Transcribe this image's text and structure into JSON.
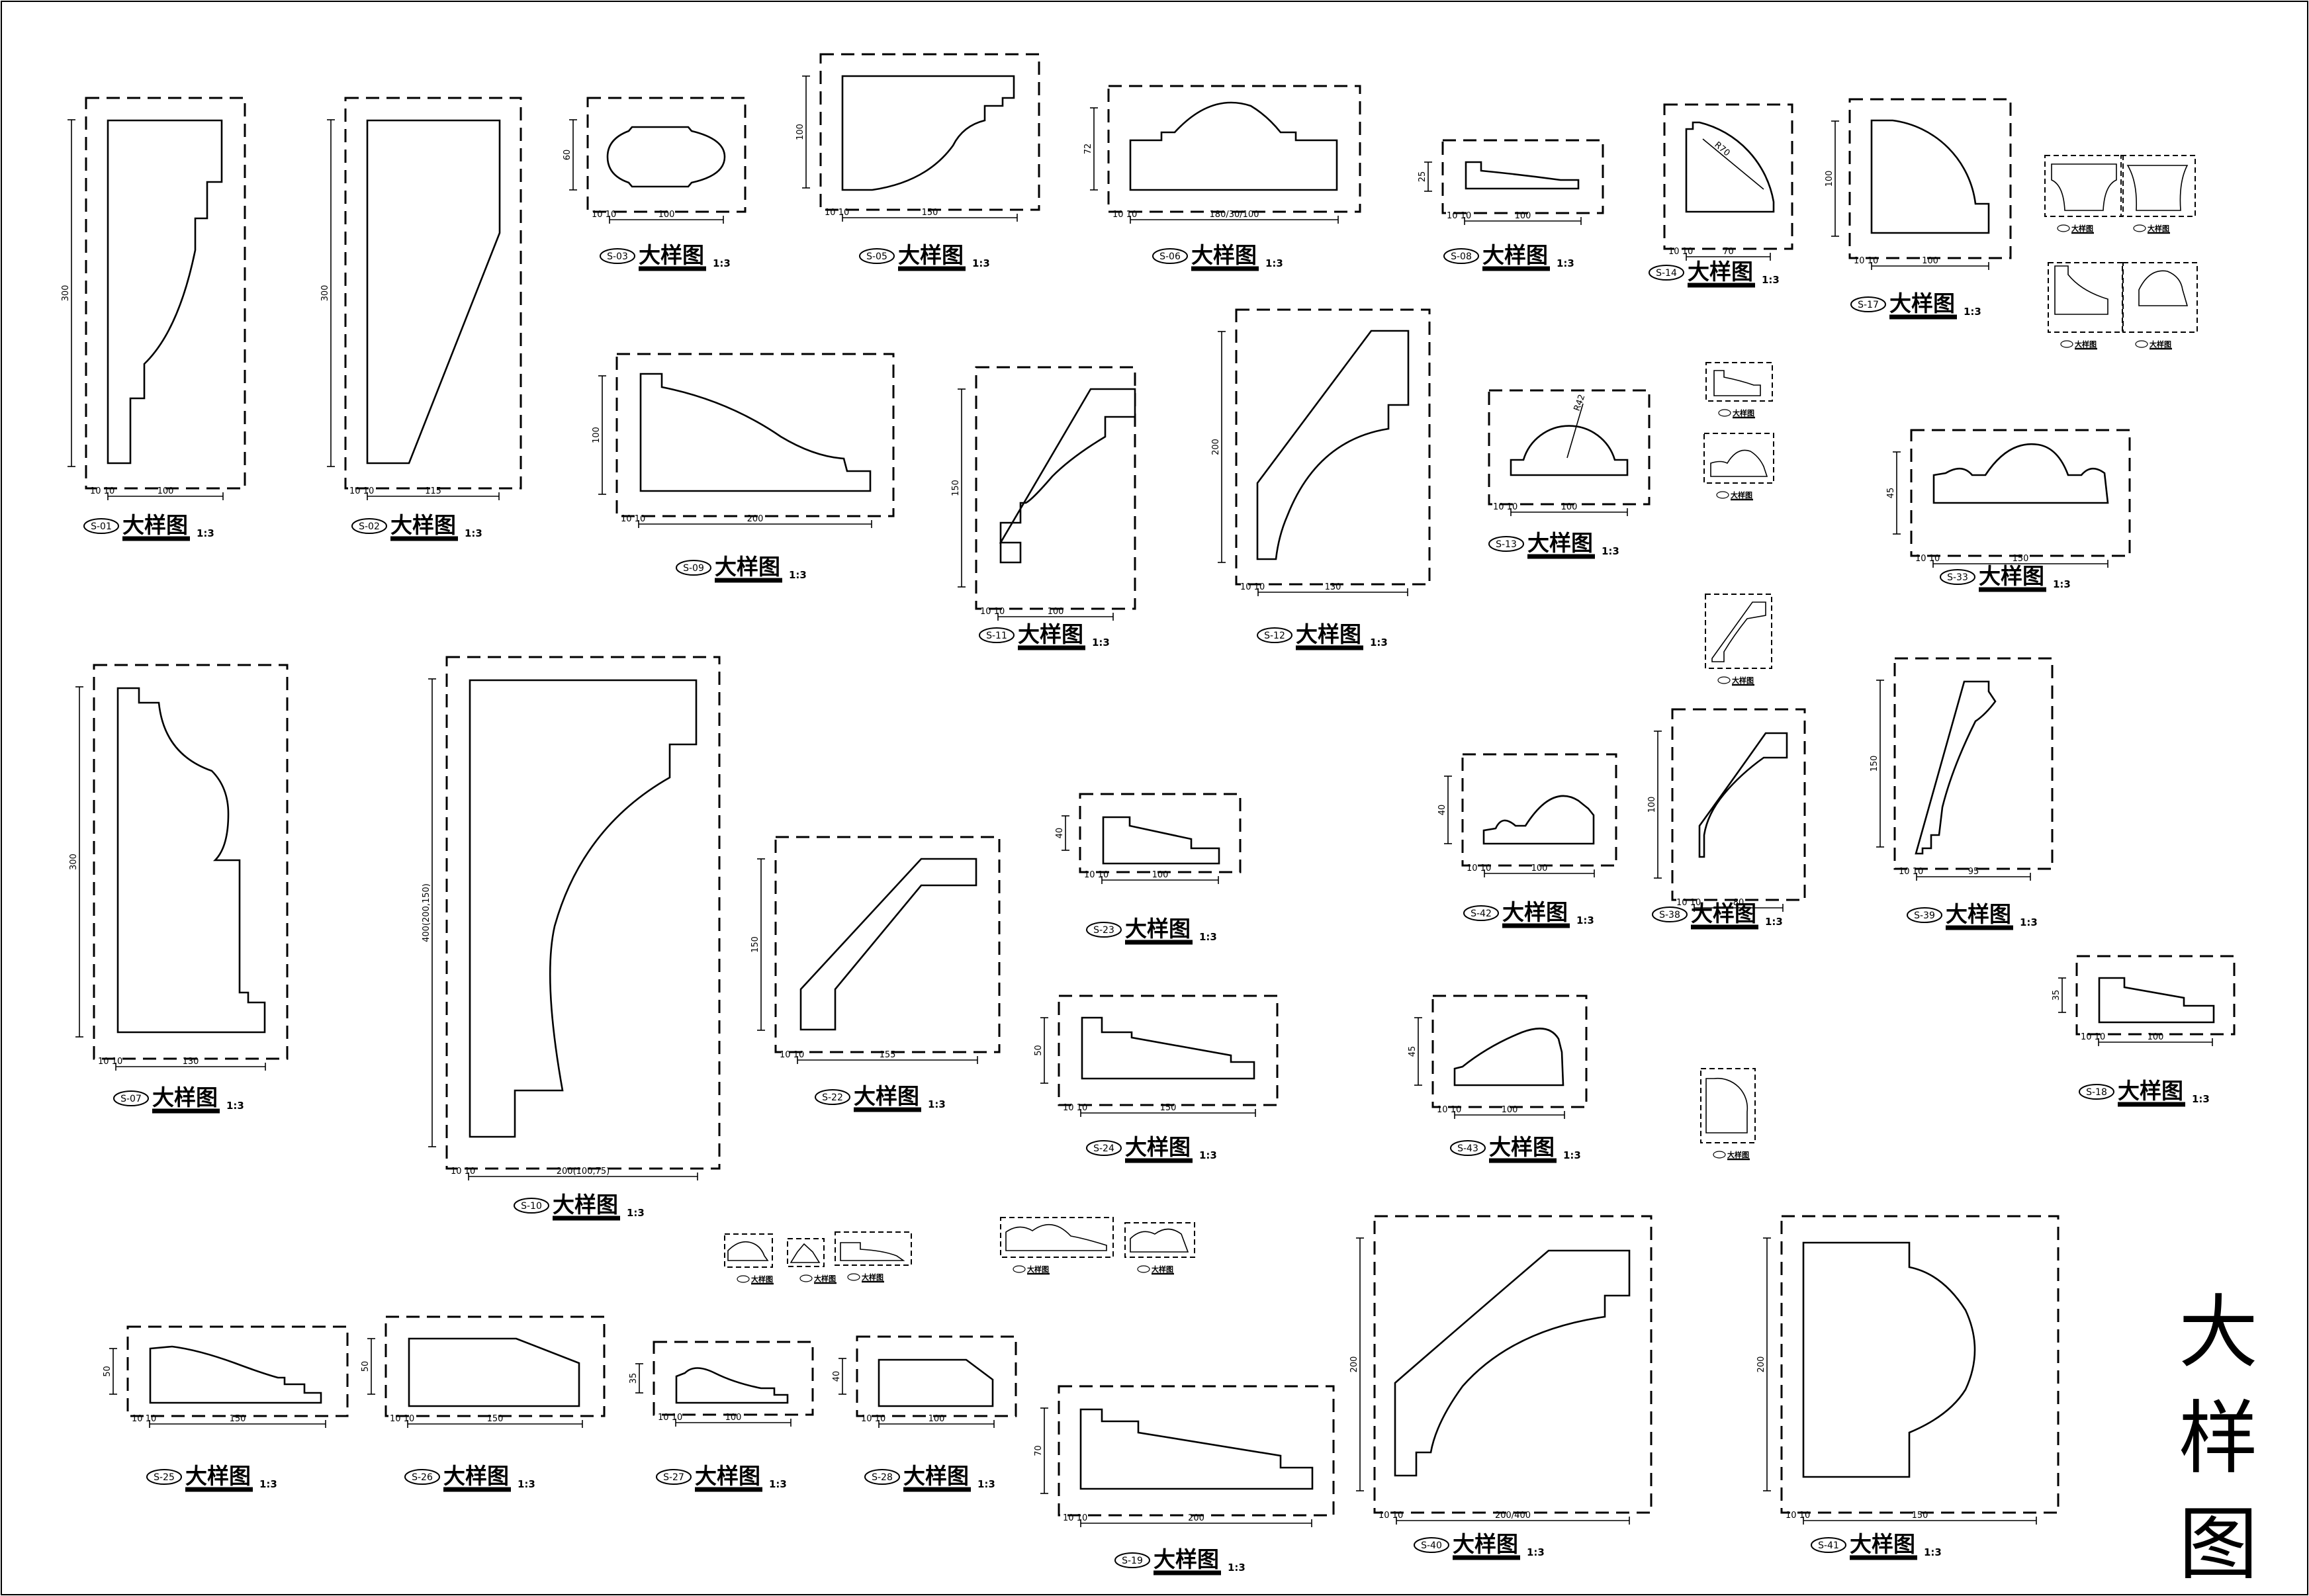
{
  "title_chars": [
    "大",
    "样",
    "图"
  ],
  "detail_label": "大样图",
  "scale_label": "1:3",
  "details": [
    {
      "id": "S-01",
      "dims": {
        "w": "100",
        "h": "300"
      }
    },
    {
      "id": "S-02",
      "dims": {
        "w": "115",
        "h": "300"
      }
    },
    {
      "id": "S-03",
      "dims": {
        "w": "100",
        "h": "60"
      }
    },
    {
      "id": "S-05",
      "dims": {
        "w": "150",
        "h": "100"
      }
    },
    {
      "id": "S-06",
      "dims": {
        "w": "180/30/100",
        "h": "72"
      }
    },
    {
      "id": "S-08",
      "dims": {
        "w": "100",
        "h": "25"
      }
    },
    {
      "id": "S-14",
      "dims": {
        "w": "70",
        "r": "R70"
      }
    },
    {
      "id": "S-17",
      "dims": {
        "w": "100",
        "h": "100"
      }
    },
    {
      "id": "S-09",
      "dims": {
        "w": "200",
        "h": "100"
      }
    },
    {
      "id": "S-11",
      "dims": {
        "w": "100",
        "h": "150"
      }
    },
    {
      "id": "S-12",
      "dims": {
        "w": "130",
        "h": "200"
      }
    },
    {
      "id": "S-13",
      "dims": {
        "w": "100",
        "r": "R42"
      }
    },
    {
      "id": "S-33",
      "dims": {
        "w": "150",
        "h": "45"
      }
    },
    {
      "id": "S-07",
      "dims": {
        "w": "130",
        "h": "300"
      }
    },
    {
      "id": "S-10",
      "dims": {
        "w": "200(100,75)",
        "h": "400(200,150)"
      }
    },
    {
      "id": "S-22",
      "dims": {
        "w": "155",
        "h": "150"
      }
    },
    {
      "id": "S-23",
      "dims": {
        "w": "100",
        "h": "40"
      }
    },
    {
      "id": "S-24",
      "dims": {
        "w": "150",
        "h": "50"
      }
    },
    {
      "id": "S-42",
      "dims": {
        "w": "100",
        "h": "40"
      }
    },
    {
      "id": "S-43",
      "dims": {
        "w": "100",
        "h": "45"
      }
    },
    {
      "id": "S-38",
      "dims": {
        "w": "80",
        "h": "100"
      }
    },
    {
      "id": "S-39",
      "dims": {
        "w": "95",
        "h": "150"
      }
    },
    {
      "id": "S-18",
      "dims": {
        "w": "100",
        "h": "35"
      }
    },
    {
      "id": "S-25",
      "dims": {
        "w": "150",
        "h": "50"
      }
    },
    {
      "id": "S-26",
      "dims": {
        "w": "150",
        "h": "50"
      }
    },
    {
      "id": "S-27",
      "dims": {
        "w": "100",
        "h": "35"
      }
    },
    {
      "id": "S-28",
      "dims": {
        "w": "100",
        "h": "40"
      }
    },
    {
      "id": "S-19",
      "dims": {
        "w": "200",
        "h": "70"
      }
    },
    {
      "id": "S-40",
      "dims": {
        "w": "200/400",
        "h": "200"
      }
    },
    {
      "id": "S-41",
      "dims": {
        "w": "150",
        "h": "200"
      }
    }
  ],
  "offset_dim": "10 10"
}
